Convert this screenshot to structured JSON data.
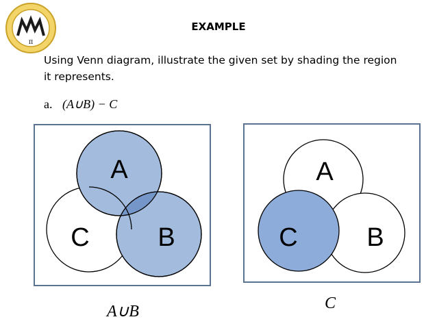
{
  "header": {
    "title": "EXAMPLE",
    "instruction": "Using Venn diagram, illustrate the given set by shading the region it represents.",
    "problem_label": "a.",
    "problem_expr": "(A∪B) − C"
  },
  "diagrams": [
    {
      "labels": {
        "a": "A",
        "b": "B",
        "c": "C"
      },
      "shaded_sets": [
        "A",
        "B"
      ],
      "caption": "A∪B"
    },
    {
      "labels": {
        "a": "A",
        "b": "B",
        "c": "C"
      },
      "shaded_sets": [
        "C"
      ],
      "caption": "C"
    }
  ],
  "colors": {
    "shade": "#a3bbdc",
    "overlap": "#7596c8",
    "shade_c": "#8dacd9",
    "frame": "#5a7390",
    "outline": "#000000"
  }
}
